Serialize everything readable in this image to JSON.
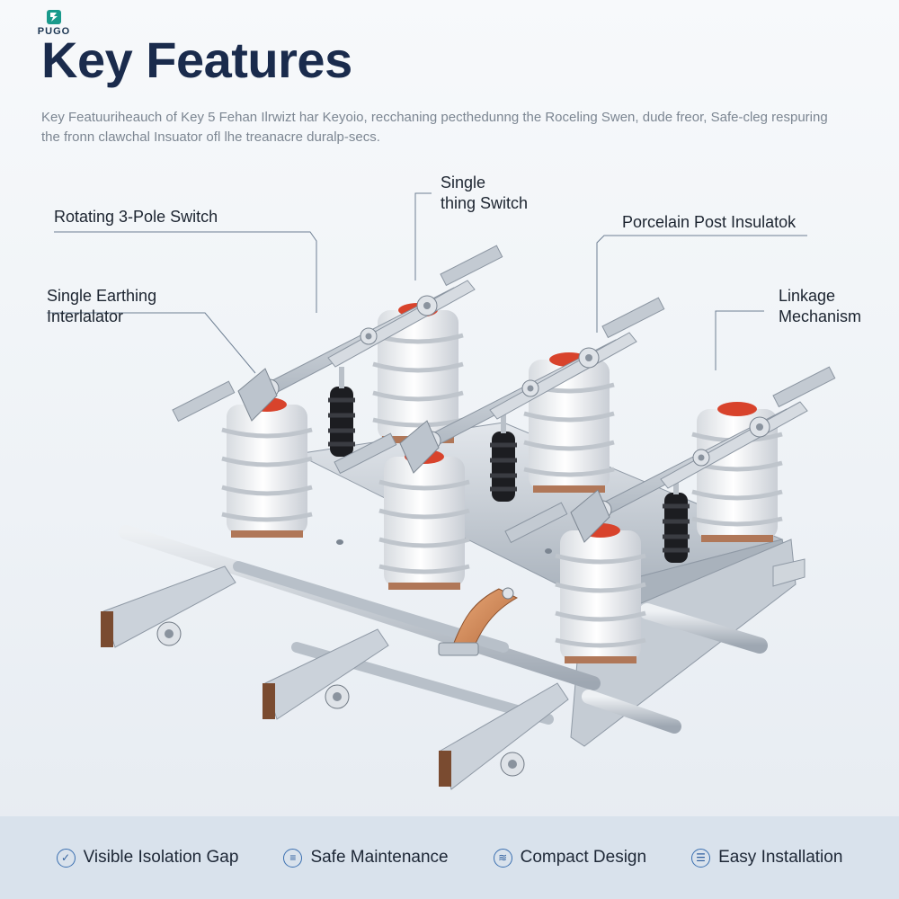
{
  "brand": {
    "name": "PUGO",
    "logo_icon": "pugo-logo-icon",
    "color": "#1a9a8c"
  },
  "title": "Key Features",
  "intro": "Key Featuuriheauch of Key 5 Fehan Ilrwizt har Keyoio, recchaning pecthedunng the Roceling Swen, dude freor, Safe-cleg respuring the fronn clawchal Insuator ofl lhe treanacre duralp-secs.",
  "callouts": {
    "rotating_switch": "Rotating 3-Pole Switch",
    "single_thing_line1": "Single",
    "single_thing_line2": "thing Switch",
    "porcelain": "Porcelain Post Insulatok",
    "earthing_line1": "Single Earthing",
    "earthing_line2": "Interlalator",
    "linkage_line1": "Linkage",
    "linkage_line2": "Mechanism"
  },
  "features": [
    {
      "label": "Visible Isolation Gap",
      "icon": "check-circle-icon",
      "glyph": "✓"
    },
    {
      "label": "Safe Maintenance",
      "icon": "document-icon",
      "glyph": "≡"
    },
    {
      "label": "Compact Design",
      "icon": "stack-icon",
      "glyph": "≋"
    },
    {
      "label": "Easy Installation",
      "icon": "list-icon",
      "glyph": "☰"
    }
  ],
  "colors": {
    "title": "#1a2b4c",
    "porcelain": "#f1f2f4",
    "insulator_cap": "#d8432c",
    "steel": "#c7ced6",
    "copper": "#d08a5a",
    "footer": "#d9e2ec",
    "icon_accent": "#3a6fb0"
  }
}
